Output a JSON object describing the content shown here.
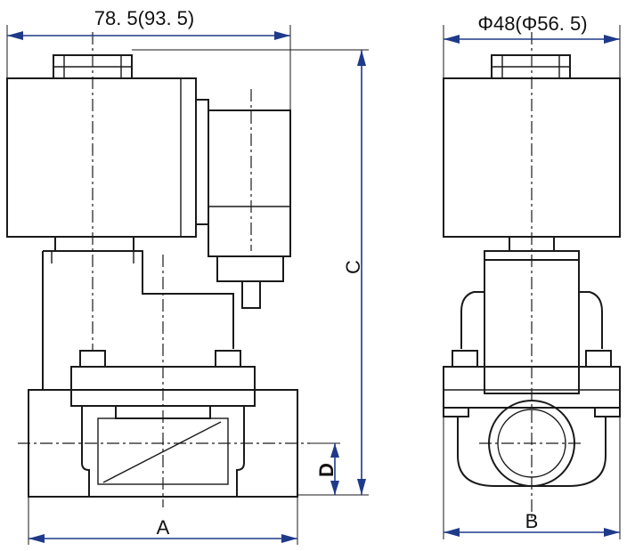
{
  "dimensions": {
    "width_label": "78. 5(93. 5)",
    "diameter_label": "Φ48(Φ56. 5)",
    "height_label": "C",
    "port_label": "D",
    "length_label": "A",
    "side_width_label": "B"
  },
  "colors": {
    "line": "#1a1a1a",
    "dimension": "#1f3a8a",
    "background": "#ffffff"
  }
}
